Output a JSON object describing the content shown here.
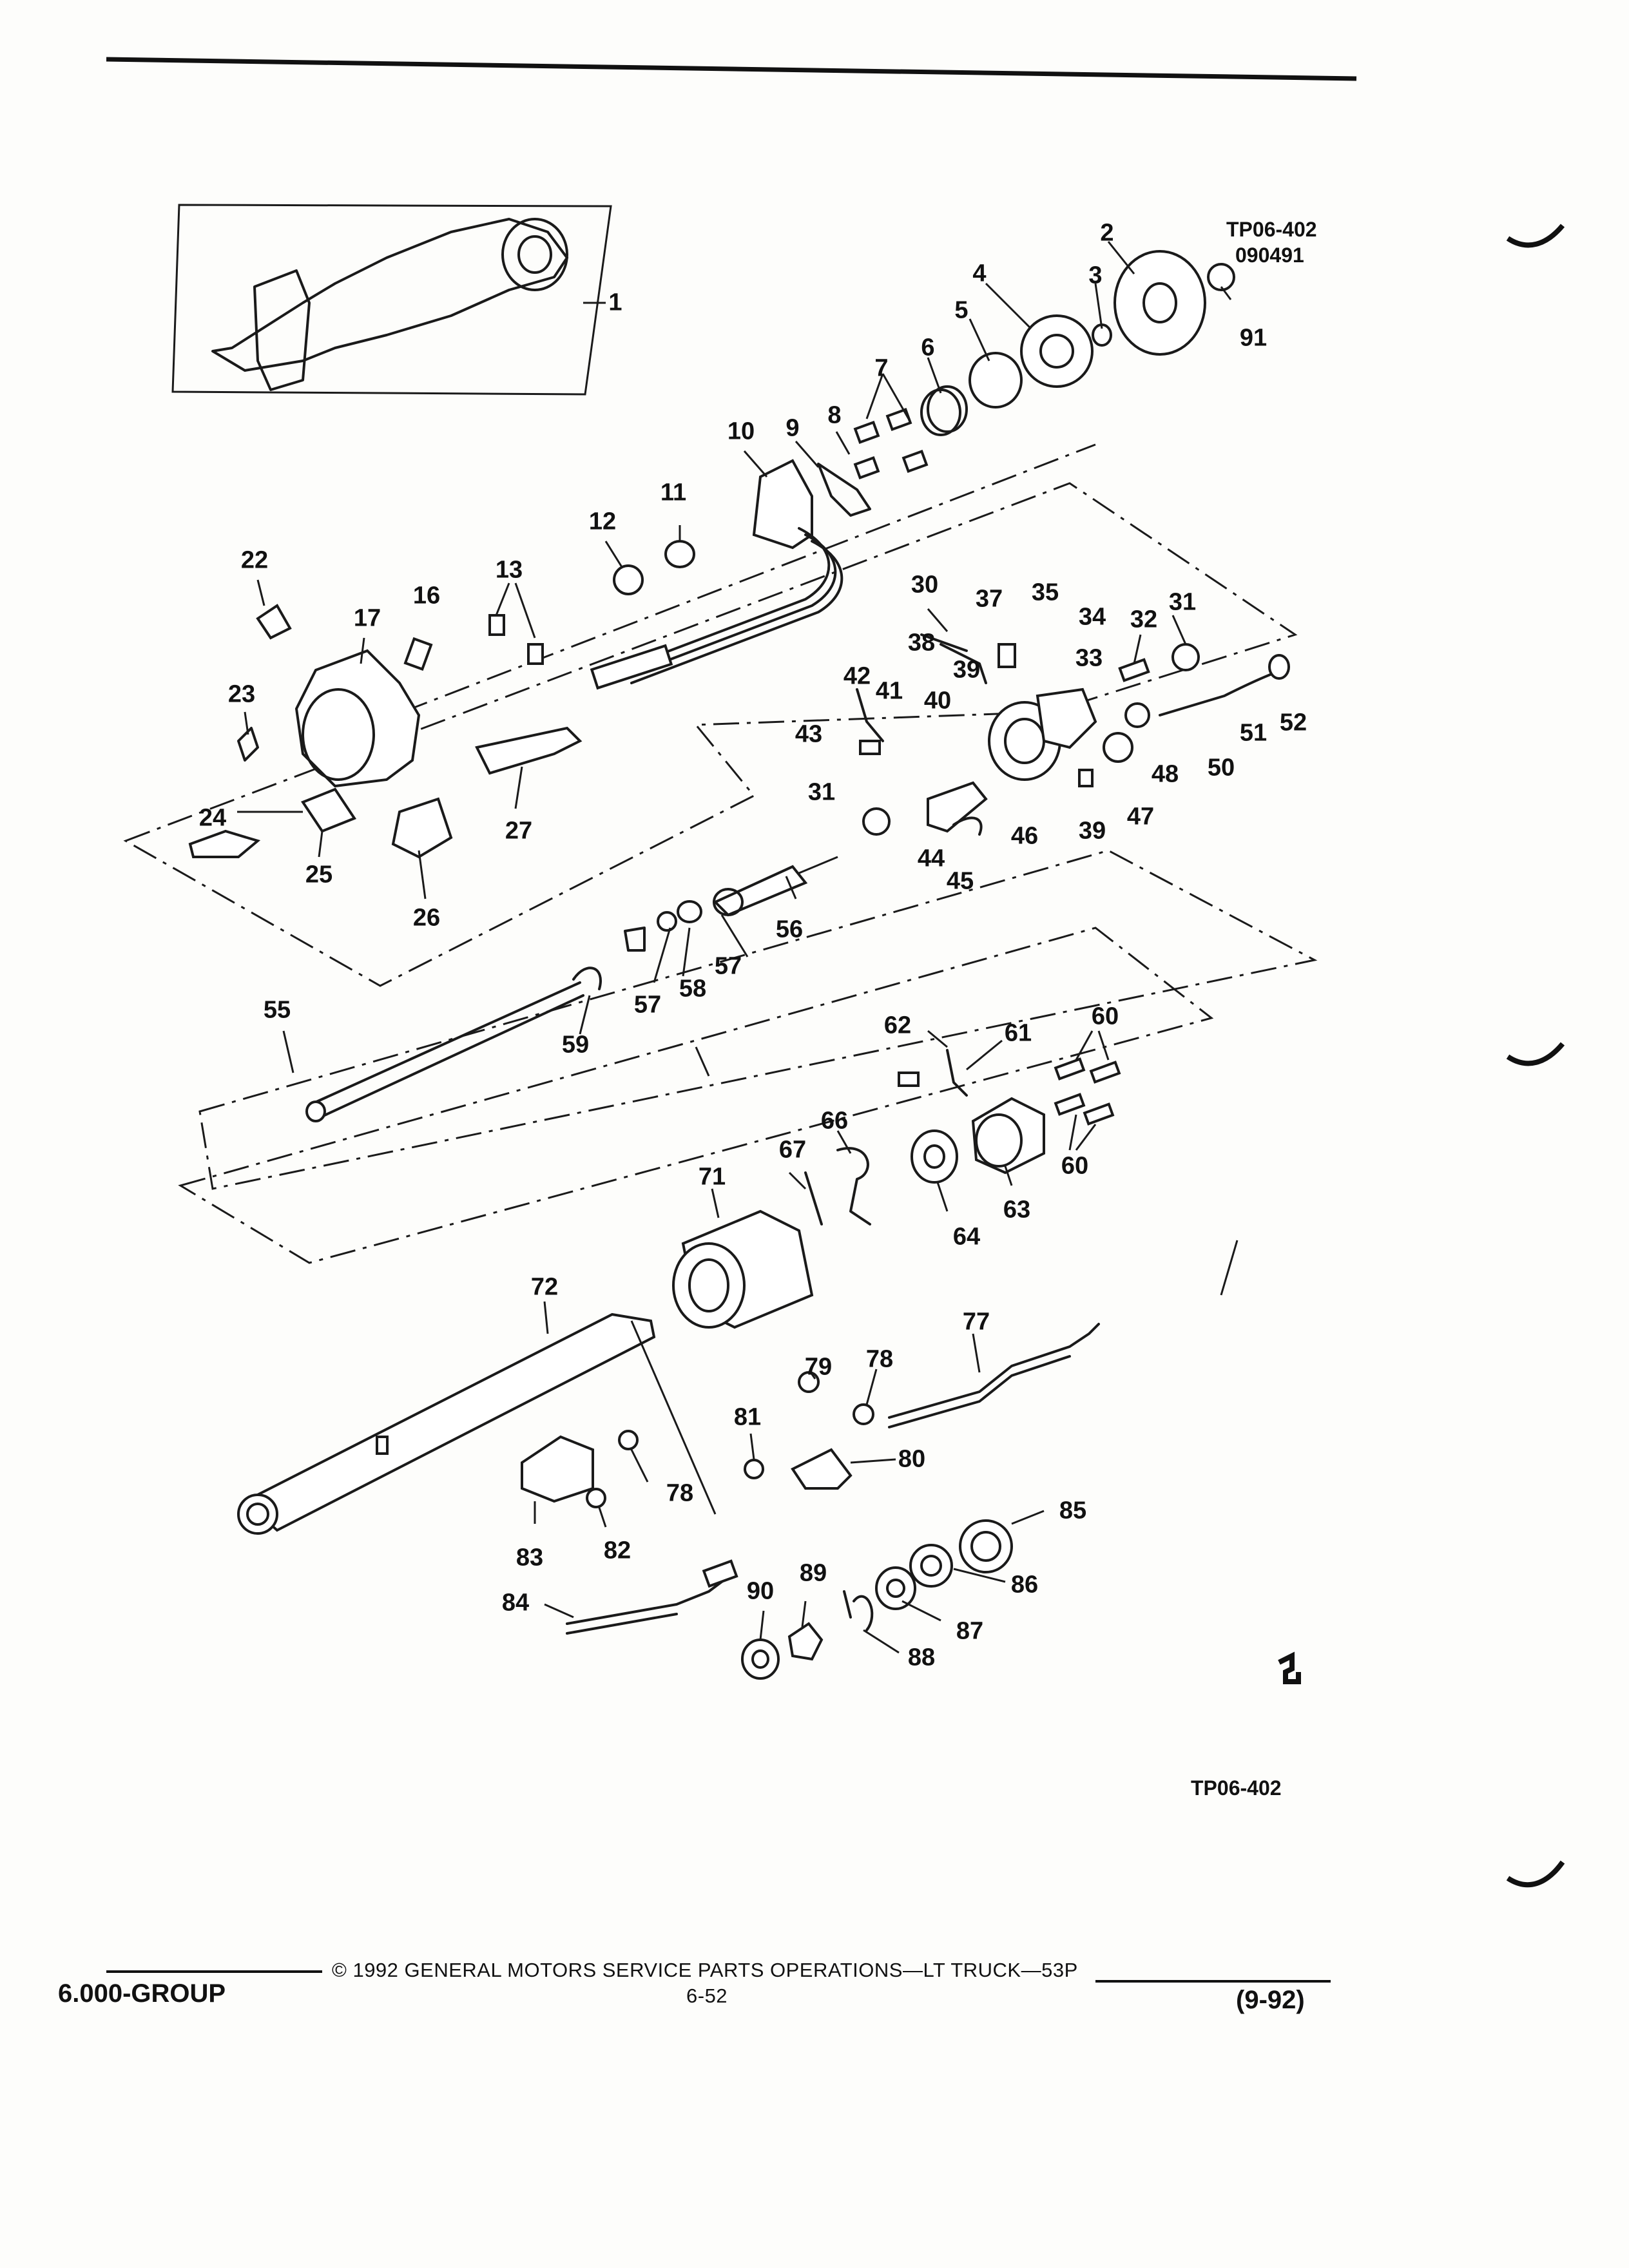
{
  "diagram_codes": {
    "top_code": "TP06-402",
    "top_date": "090491",
    "bottom_code": "TP06-402"
  },
  "callouts": [
    {
      "id": "1",
      "label": "1"
    },
    {
      "id": "2",
      "label": "2"
    },
    {
      "id": "3",
      "label": "3"
    },
    {
      "id": "4",
      "label": "4"
    },
    {
      "id": "5",
      "label": "5"
    },
    {
      "id": "6",
      "label": "6"
    },
    {
      "id": "7",
      "label": "7"
    },
    {
      "id": "8",
      "label": "8"
    },
    {
      "id": "9",
      "label": "9"
    },
    {
      "id": "10",
      "label": "10"
    },
    {
      "id": "11",
      "label": "11"
    },
    {
      "id": "12",
      "label": "12"
    },
    {
      "id": "13",
      "label": "13"
    },
    {
      "id": "16",
      "label": "16"
    },
    {
      "id": "17",
      "label": "17"
    },
    {
      "id": "22",
      "label": "22"
    },
    {
      "id": "23",
      "label": "23"
    },
    {
      "id": "24",
      "label": "24"
    },
    {
      "id": "25",
      "label": "25"
    },
    {
      "id": "26",
      "label": "26"
    },
    {
      "id": "27",
      "label": "27"
    },
    {
      "id": "30",
      "label": "30"
    },
    {
      "id": "31a",
      "label": "31"
    },
    {
      "id": "31b",
      "label": "31"
    },
    {
      "id": "32",
      "label": "32"
    },
    {
      "id": "33",
      "label": "33"
    },
    {
      "id": "34",
      "label": "34"
    },
    {
      "id": "35",
      "label": "35"
    },
    {
      "id": "37",
      "label": "37"
    },
    {
      "id": "38",
      "label": "38"
    },
    {
      "id": "39a",
      "label": "39"
    },
    {
      "id": "39b",
      "label": "39"
    },
    {
      "id": "40",
      "label": "40"
    },
    {
      "id": "41",
      "label": "41"
    },
    {
      "id": "42",
      "label": "42"
    },
    {
      "id": "43",
      "label": "43"
    },
    {
      "id": "44",
      "label": "44"
    },
    {
      "id": "45",
      "label": "45"
    },
    {
      "id": "46",
      "label": "46"
    },
    {
      "id": "47",
      "label": "47"
    },
    {
      "id": "48",
      "label": "48"
    },
    {
      "id": "50",
      "label": "50"
    },
    {
      "id": "51",
      "label": "51"
    },
    {
      "id": "52",
      "label": "52"
    },
    {
      "id": "55",
      "label": "55"
    },
    {
      "id": "56",
      "label": "56"
    },
    {
      "id": "57a",
      "label": "57"
    },
    {
      "id": "57b",
      "label": "57"
    },
    {
      "id": "58",
      "label": "58"
    },
    {
      "id": "59",
      "label": "59"
    },
    {
      "id": "60a",
      "label": "60"
    },
    {
      "id": "60b",
      "label": "60"
    },
    {
      "id": "61",
      "label": "61"
    },
    {
      "id": "62",
      "label": "62"
    },
    {
      "id": "63",
      "label": "63"
    },
    {
      "id": "64",
      "label": "64"
    },
    {
      "id": "66",
      "label": "66"
    },
    {
      "id": "67",
      "label": "67"
    },
    {
      "id": "71",
      "label": "71"
    },
    {
      "id": "72",
      "label": "72"
    },
    {
      "id": "77",
      "label": "77"
    },
    {
      "id": "78a",
      "label": "78"
    },
    {
      "id": "78b",
      "label": "78"
    },
    {
      "id": "79",
      "label": "79"
    },
    {
      "id": "80",
      "label": "80"
    },
    {
      "id": "81",
      "label": "81"
    },
    {
      "id": "82",
      "label": "82"
    },
    {
      "id": "83",
      "label": "83"
    },
    {
      "id": "84",
      "label": "84"
    },
    {
      "id": "85",
      "label": "85"
    },
    {
      "id": "86",
      "label": "86"
    },
    {
      "id": "87",
      "label": "87"
    },
    {
      "id": "88",
      "label": "88"
    },
    {
      "id": "89",
      "label": "89"
    },
    {
      "id": "90",
      "label": "90"
    },
    {
      "id": "91",
      "label": "91"
    }
  ],
  "footer": {
    "group": "6.000-GROUP",
    "copyright": "© 1992 GENERAL MOTORS SERVICE PARTS OPERATIONS—LT TRUCK—53P",
    "page_number": "6-52",
    "revision": "(9-92)"
  }
}
